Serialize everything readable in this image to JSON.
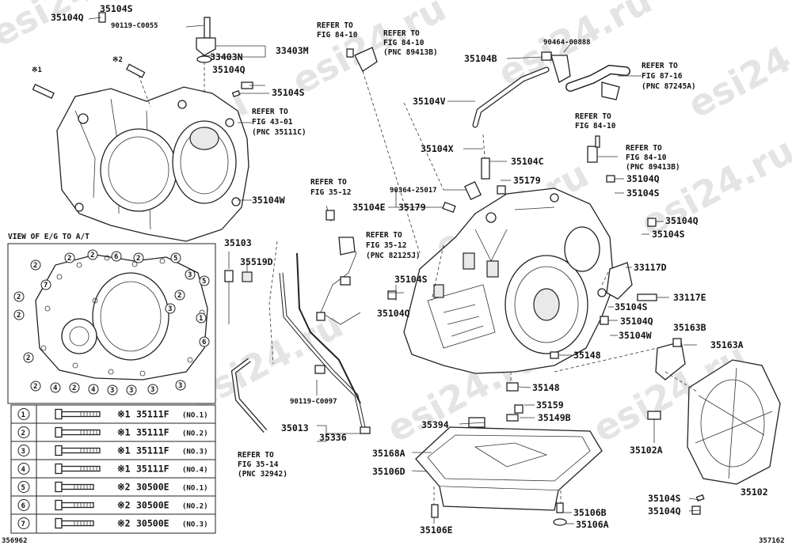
{
  "watermark": "esi24.ru",
  "figure_ids": {
    "left": "356962",
    "right": "357162"
  },
  "view_title": "VIEW OF E/G TO A/T",
  "part_labels": [
    "35104Q",
    "35104S",
    "90119-C0055",
    "33403N",
    "33403M",
    "35104Q",
    "35104S",
    "※1",
    "※2",
    "35104W",
    "35103",
    "35519D",
    "35104V",
    "35104B",
    "90464-00888",
    "35104X",
    "35104C",
    "35179",
    "90364-25017",
    "35104E",
    "35179",
    "35104Q",
    "35104S",
    "35104Q",
    "35104S",
    "33117D",
    "33117E",
    "35104S",
    "35104Q",
    "35104W",
    "35163B",
    "35163A",
    "35148",
    "35148",
    "35159",
    "35149B",
    "35104S",
    "35104Q",
    "90119-C0097",
    "35013",
    "35336",
    "35394",
    "35168A",
    "35106D",
    "35102A",
    "35102",
    "35104S",
    "35104Q",
    "35106B",
    "35106A",
    "35106E"
  ],
  "references": [
    {
      "lines": [
        "REFER TO",
        "FIG 84-10"
      ]
    },
    {
      "lines": [
        "REFER TO",
        "FIG 84-10",
        "(PNC 89413B)"
      ]
    },
    {
      "lines": [
        "REFER TO",
        "FIG 43-01",
        "(PNC 35111C)"
      ]
    },
    {
      "lines": [
        "REFER TO",
        "FIG 87-16",
        "(PNC 87245A)"
      ]
    },
    {
      "lines": [
        "REFER TO",
        "FIG 84-10"
      ]
    },
    {
      "lines": [
        "REFER TO",
        "FIG 84-10",
        "(PNC 89413B)"
      ]
    },
    {
      "lines": [
        "REFER TO",
        "FIG 35-12"
      ]
    },
    {
      "lines": [
        "REFER TO",
        "FIG 35-12",
        "(PNC 82125J)"
      ]
    },
    {
      "lines": [
        "REFER TO",
        "FIG 35-14",
        "(PNC 32942)"
      ]
    }
  ],
  "legend": [
    {
      "num": "1",
      "mark": "※1",
      "part": "35111F",
      "note": "(NO.1)"
    },
    {
      "num": "2",
      "mark": "※1",
      "part": "35111F",
      "note": "(NO.2)"
    },
    {
      "num": "3",
      "mark": "※1",
      "part": "35111F",
      "note": "(NO.3)"
    },
    {
      "num": "4",
      "mark": "※1",
      "part": "35111F",
      "note": "(NO.4)"
    },
    {
      "num": "5",
      "mark": "※2",
      "part": "30500E",
      "note": "(NO.1)"
    },
    {
      "num": "6",
      "mark": "※2",
      "part": "30500E",
      "note": "(NO.2)"
    },
    {
      "num": "7",
      "mark": "※2",
      "part": "30500E",
      "note": "(NO.3)"
    }
  ],
  "bolt_markers": [
    "1",
    "2",
    "3",
    "4",
    "5",
    "6",
    "7"
  ]
}
